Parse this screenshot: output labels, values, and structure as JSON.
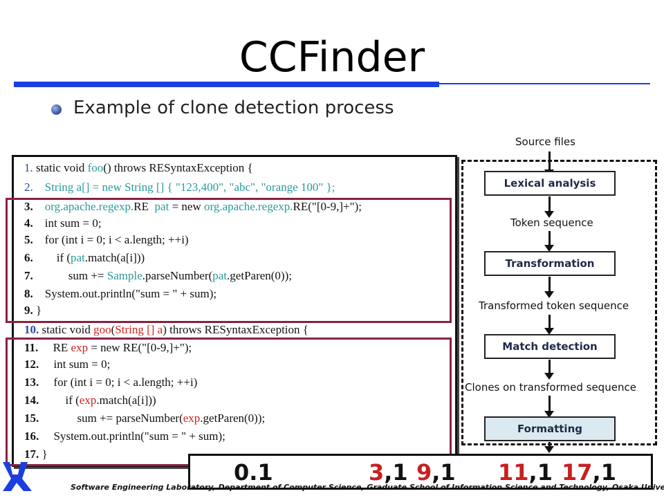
{
  "slide": {
    "title": "CCFinder",
    "bullet": "Example of clone detection process",
    "footer": "Software Engineering Laboratory, Department of Computer Science, Graduate School of Information Science and Technology, Osaka University"
  },
  "code": {
    "lines": [
      {
        "num": "1.",
        "segments": [
          {
            "t": " static void ",
            "c": "n"
          },
          {
            "t": "foo",
            "c": "t"
          },
          {
            "t": "() throws RESyntaxException {",
            "c": "n"
          }
        ]
      },
      {
        "num": "2.",
        "segments": [
          {
            "t": "    String a[] = new String [] { \"123,400\", \"abc\", \"orange 100\" };",
            "c": "t"
          }
        ]
      },
      {
        "num": "3.",
        "segments": [
          {
            "t": "    org.apache.regexp.",
            "c": "t"
          },
          {
            "t": "RE  ",
            "c": "n"
          },
          {
            "t": "pat",
            "c": "t"
          },
          {
            "t": " = new ",
            "c": "n"
          },
          {
            "t": "org.apache.regexp.",
            "c": "t"
          },
          {
            "t": "RE(\"[0-9,]+\");",
            "c": "n"
          }
        ]
      },
      {
        "num": "4.",
        "segments": [
          {
            "t": "    int sum = 0;",
            "c": "n"
          }
        ]
      },
      {
        "num": "5.",
        "segments": [
          {
            "t": "    for (int i = 0; i < a.length; ++i)",
            "c": "n"
          }
        ]
      },
      {
        "num": "6.",
        "segments": [
          {
            "t": "        if (",
            "c": "n"
          },
          {
            "t": "pat",
            "c": "t"
          },
          {
            "t": ".match(a[i]))",
            "c": "n"
          }
        ]
      },
      {
        "num": "7.",
        "segments": [
          {
            "t": "            sum += ",
            "c": "n"
          },
          {
            "t": "Sample",
            "c": "t"
          },
          {
            "t": ".parseNumber(",
            "c": "n"
          },
          {
            "t": "pat",
            "c": "t"
          },
          {
            "t": ".getParen(0));",
            "c": "n"
          }
        ]
      },
      {
        "num": "8.",
        "segments": [
          {
            "t": "    System.out.println(\"sum = \" + sum);",
            "c": "n"
          }
        ]
      },
      {
        "num": "9.",
        "segments": [
          {
            "t": " }",
            "c": "n"
          }
        ]
      },
      {
        "num": "10.",
        "segments": [
          {
            "t": " static void ",
            "c": "n"
          },
          {
            "t": "goo",
            "c": "r"
          },
          {
            "t": "(",
            "c": "n"
          },
          {
            "t": "String [] a",
            "c": "r"
          },
          {
            "t": ") throws RESyntaxException {",
            "c": "n"
          }
        ]
      },
      {
        "num": "11.",
        "segments": [
          {
            "t": "     RE ",
            "c": "n"
          },
          {
            "t": "exp",
            "c": "r"
          },
          {
            "t": " = new RE(\"[0-9,]+\");",
            "c": "n"
          }
        ]
      },
      {
        "num": "12.",
        "segments": [
          {
            "t": "     int sum = 0;",
            "c": "n"
          }
        ]
      },
      {
        "num": "13.",
        "segments": [
          {
            "t": "     for (int i = 0; i < a.length; ++i)",
            "c": "n"
          }
        ]
      },
      {
        "num": "14.",
        "segments": [
          {
            "t": "         if (",
            "c": "n"
          },
          {
            "t": "exp",
            "c": "r"
          },
          {
            "t": ".match(a[i]))",
            "c": "n"
          }
        ]
      },
      {
        "num": "15.",
        "segments": [
          {
            "t": "             sum += parseNumber(",
            "c": "n"
          },
          {
            "t": "exp",
            "c": "r"
          },
          {
            "t": ".getParen(0));",
            "c": "n"
          }
        ]
      },
      {
        "num": "16.",
        "segments": [
          {
            "t": "     System.out.println(\"sum = \" + sum);",
            "c": "n"
          }
        ]
      },
      {
        "num": "17.",
        "segments": [
          {
            "t": " }",
            "c": "n"
          }
        ]
      }
    ]
  },
  "flow": {
    "source_label": "Source files",
    "step1": "Lexical analysis",
    "label1": "Token sequence",
    "step2": "Transformation",
    "label2": "Transformed token sequence",
    "step3": "Match detection",
    "label3": "Clones on transformed sequence",
    "step4": "Formatting"
  },
  "result": {
    "r1": "0.1",
    "r2_red": "3",
    "r2_rest": ",1",
    "r3_red": "9",
    "r3_rest": ",1",
    "r4_red": "11",
    "r4_rest": ",1",
    "r5_red": "17",
    "r5_rest": ",1"
  },
  "colors": {
    "title_rule": "#1a3ee0",
    "code_teal": "#2a9a9a",
    "code_red": "#d02020",
    "highlight_box": "#8a2040",
    "result_red": "#c82020"
  }
}
